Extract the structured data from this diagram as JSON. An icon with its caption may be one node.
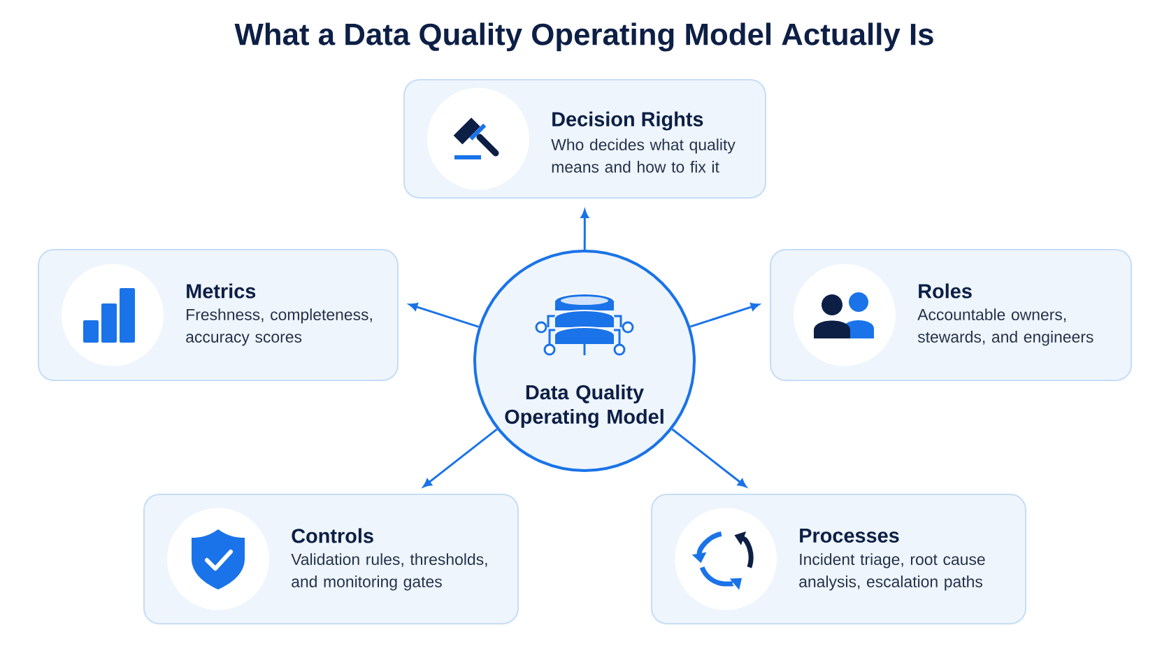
{
  "diagram": {
    "title": "What a Data Quality Operating Model Actually Is",
    "nodes": [
      {
        "text": [
          "Decision Rights",
          "Who decides what quality means and how to fix it"
        ]
      },
      {
        "text": [
          "Metrics",
          "Freshness, completeness, accuracy scores"
        ]
      },
      {
        "text": [
          "Data Quality Operating Model"
        ]
      },
      {
        "text": [
          "Roles",
          "Accountable owners, stewards, and engineers"
        ]
      },
      {
        "text": [
          "Controls",
          "Validation rules, thresholds, and monitoring gates"
        ]
      },
      {
        "text": [
          "Processes",
          "Incident triage, root cause analysis, escalation paths"
        ]
      }
    ],
    "edges": [
      {
        "from": 2,
        "to": 0,
        "arrow": "to"
      },
      {
        "from": 2,
        "to": 1,
        "arrow": "to"
      },
      {
        "from": 2,
        "to": 3,
        "arrow": "to"
      },
      {
        "from": 2,
        "to": 4,
        "arrow": "to"
      },
      {
        "from": 2,
        "to": 5,
        "arrow": "to"
      }
    ]
  }
}
